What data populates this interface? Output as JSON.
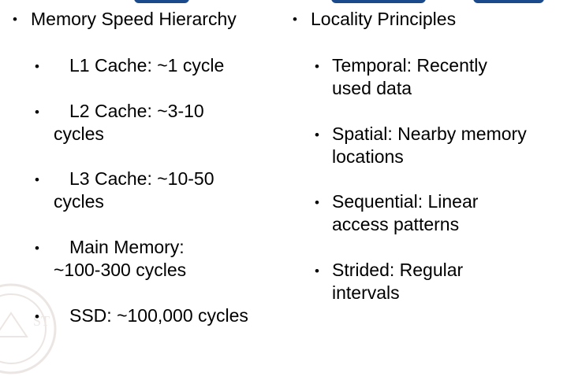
{
  "columns": [
    {
      "heading": "Memory Speed Hierarchy",
      "items": [
        "L1 Cache: ~1 cycle",
        "L2 Cache: ~3-10 cycles",
        "L3 Cache: ~10-50 cycles",
        "Main Memory: ~100-300 cycles",
        "SSD: ~100,000 cycles"
      ]
    },
    {
      "heading": "Locality Principles",
      "items": [
        "Temporal: Recently used data",
        "Spatial: Nearby memory locations",
        "Sequential: Linear access patterns",
        "Strided: Regular intervals"
      ]
    }
  ],
  "colors": {
    "text": "#000000",
    "title_strip": "#1a4a8c",
    "watermark": "#8a6a5a"
  },
  "icons": {
    "bullet": "bullet-dot-icon",
    "watermark": "university-seal-icon"
  }
}
